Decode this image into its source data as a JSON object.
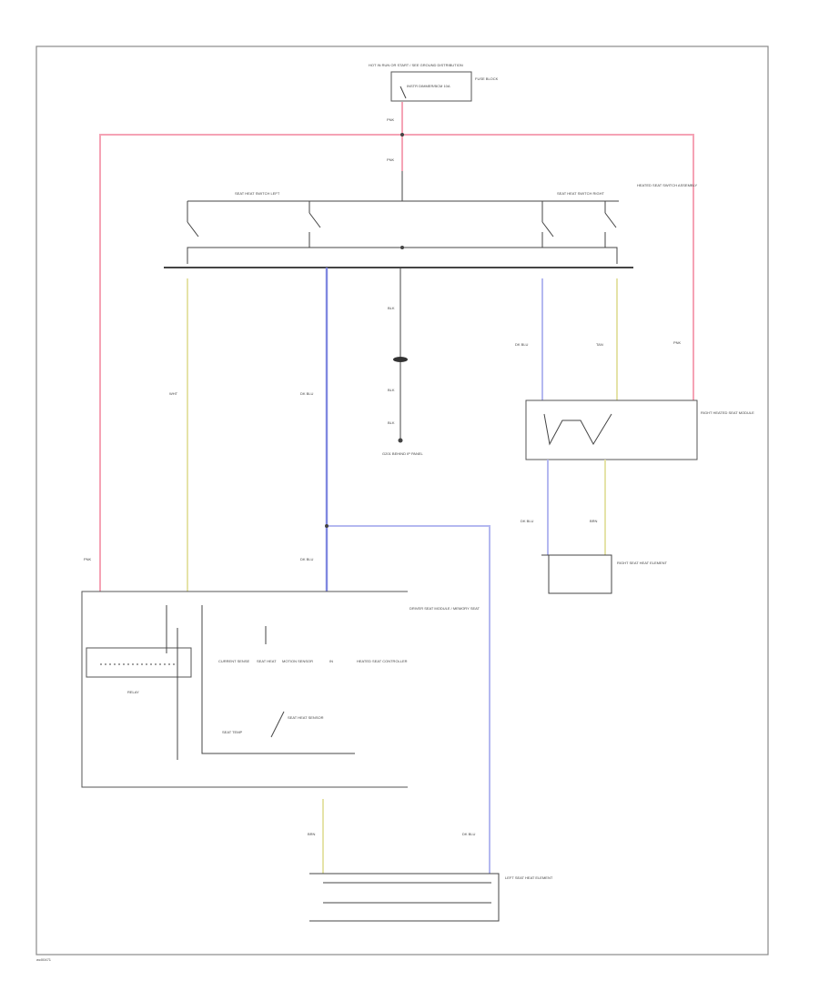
{
  "diagram": {
    "fuse_source": "HOT IN RUN OR START / SEE GROUND DISTRIBUTION",
    "fuse_name": "INSTR DIMMER/BCM 10A",
    "fuse_box": "FUSE BLOCK",
    "wire_top_1": "PNK",
    "wire_top_2": "PNK",
    "seat_switch_left": "SEAT HEAT SWITCH LEFT",
    "seat_switch_right": "SEAT HEAT SWITCH RIGHT",
    "heater_label": "HEATED SEAT SWITCH ASSEMBLY",
    "wire_left_yel": "WHT",
    "wire_left_blu": "DK BLU",
    "wire_ground_1": "BLK",
    "wire_ground_2": "BLK",
    "wire_ground_3": "BLK",
    "ground_label": "G201 BEHIND IP PANEL",
    "wire_right_blu": "DK BLU",
    "wire_right_yel": "TAN",
    "wire_right_pnk": "PNK",
    "right_module": "RIGHT HEATED SEAT MODULE",
    "wire_right_lower_blu": "DK BLU",
    "wire_right_lower_yel": "BRN",
    "right_element": "RIGHT SEAT HEAT ELEMENT",
    "wire_left_pnk": "PNK",
    "wire_left_blu2": "DK BLU",
    "left_module": "DRIVER SEAT MODULE / MEMORY SEAT",
    "relay_label": "RELAY",
    "ckt_1": "CURRENT SENSE",
    "ckt_2": "SEAT HEAT",
    "ckt_3": "MOTION SENSOR",
    "ckt_4": "IN",
    "ckt_5": "HEATED SEAT CONTROLLER",
    "ckt_6": "SEAT TEMP",
    "ckt_7": "SEAT HEAT SENSOR",
    "wire_bottom_yel": "BRN",
    "wire_bottom_blu": "DK BLU",
    "left_element": "LEFT SEAT HEAT ELEMENT",
    "footer_code": "wc00471"
  }
}
